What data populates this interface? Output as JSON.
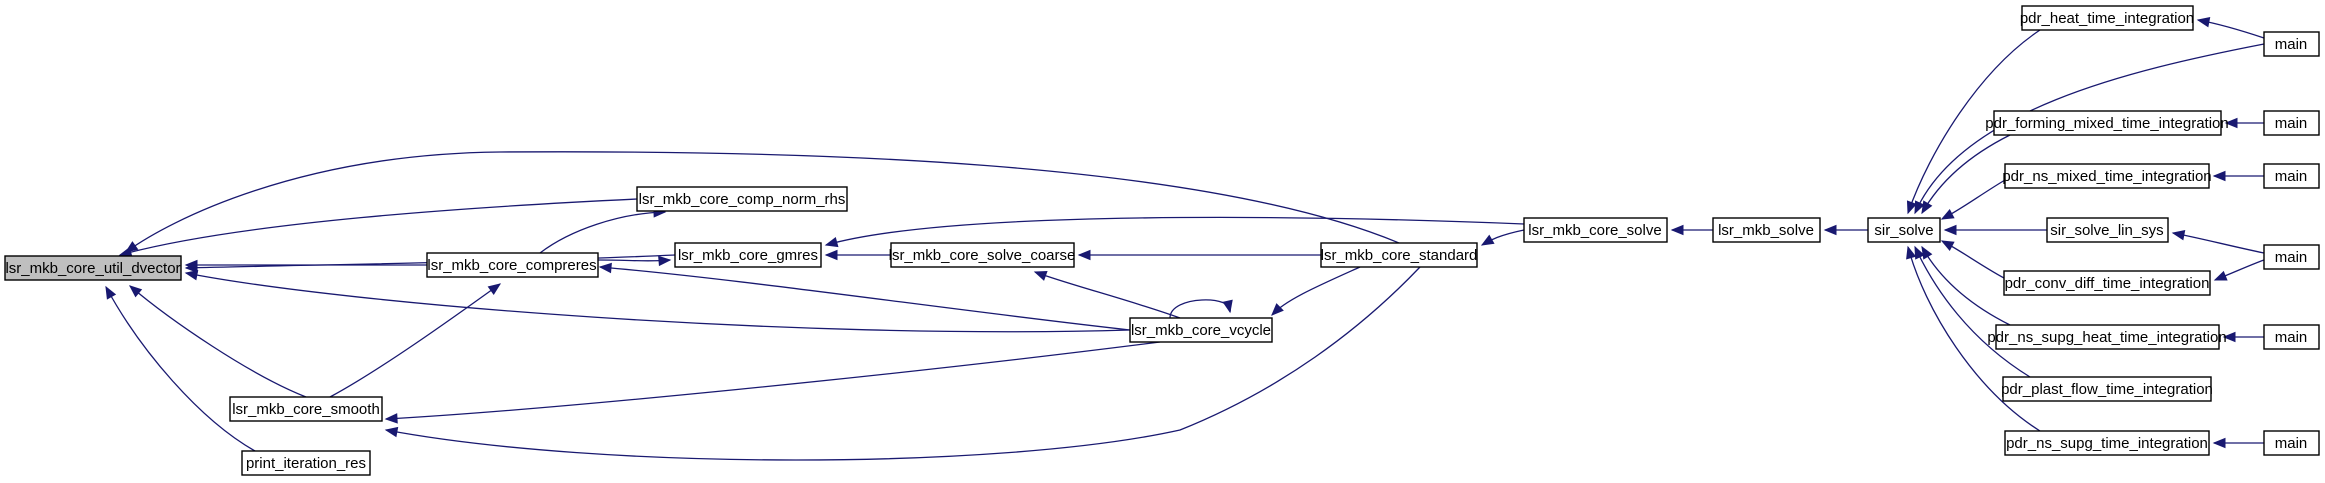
{
  "graph": {
    "nodes": {
      "util_dvector": "lsr_mkb_core_util_dvector",
      "comp_norm_rhs": "lsr_mkb_core_comp_norm_rhs",
      "gmres": "lsr_mkb_core_gmres",
      "compreres": "lsr_mkb_core_compreres",
      "smooth": "lsr_mkb_core_smooth",
      "print_iteration_res": "print_iteration_res",
      "solve_coarse": "lsr_mkb_core_solve_coarse",
      "vcycle": "lsr_mkb_core_vcycle",
      "standard": "lsr_mkb_core_standard",
      "core_solve": "lsr_mkb_core_solve",
      "mkb_solve": "lsr_mkb_solve",
      "sir_solve": "sir_solve",
      "heat": "pdr_heat_time_integration",
      "forming": "pdr_forming_mixed_time_integration",
      "ns_mixed": "pdr_ns_mixed_time_integration",
      "lin_sys": "sir_solve_lin_sys",
      "conv_diff": "pdr_conv_diff_time_integration",
      "ns_supg_heat": "pdr_ns_supg_heat_time_integration",
      "plast_flow": "pdr_plast_flow_time_integration",
      "ns_supg": "pdr_ns_supg_time_integration",
      "main1": "main",
      "main2": "main",
      "main3": "main",
      "main4": "main",
      "main5": "main",
      "main6": "main"
    },
    "edges": [
      [
        "comp_norm_rhs",
        "util_dvector"
      ],
      [
        "gmres",
        "util_dvector"
      ],
      [
        "compreres",
        "util_dvector"
      ],
      [
        "smooth",
        "util_dvector"
      ],
      [
        "print_iteration_res",
        "util_dvector"
      ],
      [
        "vcycle",
        "util_dvector"
      ],
      [
        "standard",
        "util_dvector"
      ],
      [
        "compreres",
        "comp_norm_rhs"
      ],
      [
        "compreres",
        "gmres"
      ],
      [
        "smooth",
        "compreres"
      ],
      [
        "vcycle",
        "compreres"
      ],
      [
        "solve_coarse",
        "gmres"
      ],
      [
        "core_solve",
        "gmres"
      ],
      [
        "vcycle",
        "solve_coarse"
      ],
      [
        "standard",
        "solve_coarse"
      ],
      [
        "vcycle",
        "vcycle"
      ],
      [
        "standard",
        "vcycle"
      ],
      [
        "vcycle",
        "smooth"
      ],
      [
        "standard",
        "smooth"
      ],
      [
        "core_solve",
        "standard"
      ],
      [
        "mkb_solve",
        "core_solve"
      ],
      [
        "sir_solve",
        "mkb_solve"
      ],
      [
        "heat",
        "sir_solve"
      ],
      [
        "main1",
        "sir_solve"
      ],
      [
        "forming",
        "sir_solve"
      ],
      [
        "ns_mixed",
        "sir_solve"
      ],
      [
        "lin_sys",
        "sir_solve"
      ],
      [
        "conv_diff",
        "sir_solve"
      ],
      [
        "ns_supg_heat",
        "sir_solve"
      ],
      [
        "plast_flow",
        "sir_solve"
      ],
      [
        "ns_supg",
        "sir_solve"
      ],
      [
        "main1",
        "heat"
      ],
      [
        "main2",
        "forming"
      ],
      [
        "main3",
        "ns_mixed"
      ],
      [
        "main4",
        "lin_sys"
      ],
      [
        "main4",
        "conv_diff"
      ],
      [
        "main5",
        "ns_supg_heat"
      ],
      [
        "main6",
        "ns_supg"
      ]
    ]
  }
}
